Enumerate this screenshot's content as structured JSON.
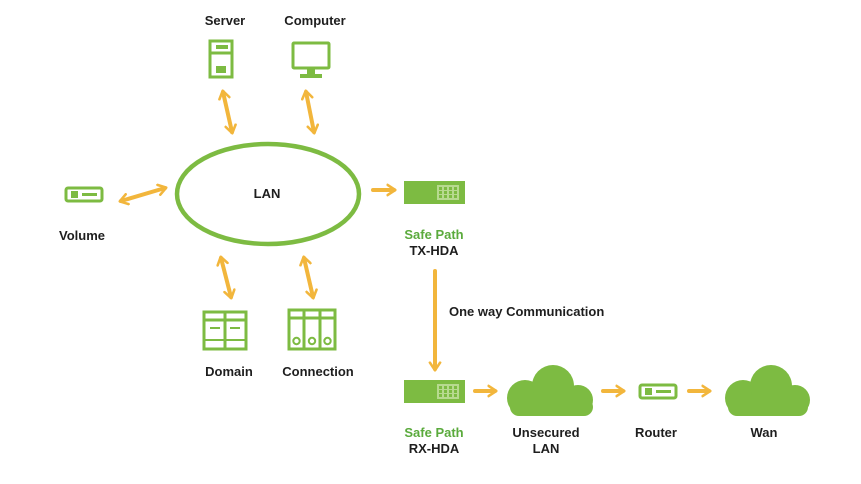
{
  "colors": {
    "green": "#7dbb42",
    "green_light": "#b7da8f",
    "arrow": "#f2b63c",
    "brand_green_text": "#5aaa3c",
    "text": "#1e1e1e"
  },
  "nodes": {
    "server": {
      "label": "Server",
      "icon": "server-icon"
    },
    "computer": {
      "label": "Computer",
      "icon": "monitor-icon"
    },
    "lan": {
      "label": "LAN",
      "icon": "network-ellipse"
    },
    "volume": {
      "label": "Volume",
      "icon": "volume-device-icon"
    },
    "domain": {
      "label": "Domain",
      "icon": "domain-icon"
    },
    "connection": {
      "label": "Connection",
      "icon": "connection-icon"
    },
    "tx_hda": {
      "brand": "Safe Path",
      "label": "TX-HDA",
      "icon": "rack-device-icon"
    },
    "rx_hda": {
      "brand": "Safe Path",
      "label": "RX-HDA",
      "icon": "rack-device-icon"
    },
    "unsecured_lan": {
      "label_line1": "Unsecured",
      "label_line2": "LAN",
      "icon": "cloud-icon"
    },
    "router": {
      "label": "Router",
      "icon": "router-icon"
    },
    "wan": {
      "label": "Wan",
      "icon": "cloud-icon"
    }
  },
  "edges": {
    "one_way_label": "One way Communication"
  }
}
